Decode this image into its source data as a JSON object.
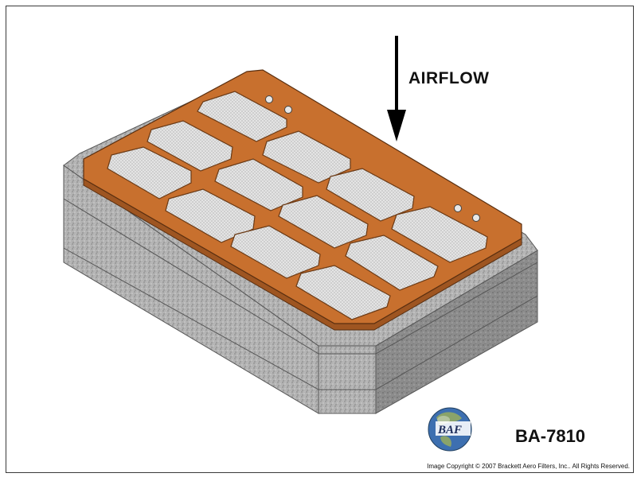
{
  "diagram": {
    "airflow_label": "AIRFLOW",
    "part_number": "BA-7810",
    "copyright": "Image Copyright © 2007 Brackett Aero Filters, Inc.. All Rights Reserved.",
    "logo_text": "BAF",
    "colors": {
      "frame_copper": "#C8702E",
      "frame_copper_dark": "#9E5521",
      "foam_light": "#B8B8B8",
      "foam_dark": "#8A8A8A",
      "mesh": "#E2E2E2"
    }
  }
}
